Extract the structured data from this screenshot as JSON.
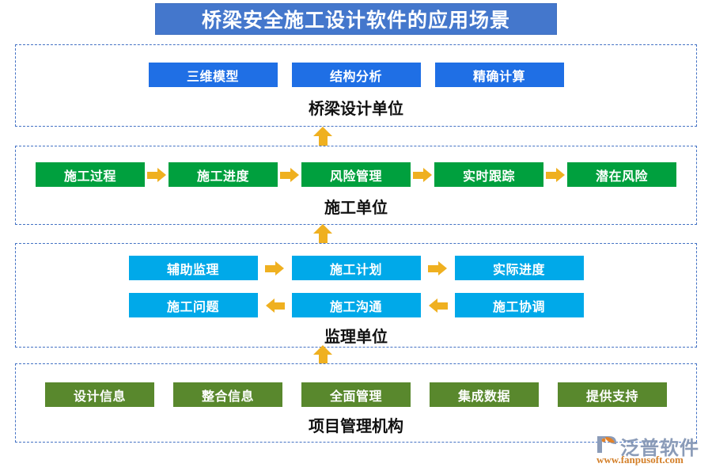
{
  "header": {
    "title": "桥梁安全施工设计软件的应用场景",
    "background_color": "#4477CC",
    "text_color": "#FFFFFF"
  },
  "palette": {
    "blue": "#1F6FE5",
    "green": "#00A03E",
    "cyan": "#00A9E9",
    "olive": "#59882D",
    "arrow": "#EFB020",
    "panel_border": "#4472C4"
  },
  "sections": [
    {
      "caption": "桥梁设计单位",
      "chip_color": "blue",
      "rows": [
        {
          "chips": [
            "三维模型",
            "结构分析",
            "精确计算"
          ],
          "arrows": []
        }
      ]
    },
    {
      "caption": "施工单位",
      "chip_color": "green",
      "rows": [
        {
          "chips": [
            "施工过程",
            "施工进度",
            "风险管理",
            "实时跟踪",
            "潜在风险"
          ],
          "arrows": [
            "right",
            "right",
            "right",
            "right"
          ]
        }
      ]
    },
    {
      "caption": "监理单位",
      "chip_color": "cyan",
      "rows": [
        {
          "chips": [
            "辅助监理",
            "施工计划",
            "实际进度"
          ],
          "arrows": [
            "right",
            "right"
          ]
        },
        {
          "chips": [
            "施工问题",
            "施工沟通",
            "施工协调"
          ],
          "arrows": [
            "left",
            "left"
          ]
        }
      ]
    },
    {
      "caption": "项目管理机构",
      "chip_color": "olive",
      "rows": [
        {
          "chips": [
            "设计信息",
            "整合信息",
            "全面管理",
            "集成数据",
            "提供支持"
          ],
          "arrows": []
        }
      ]
    }
  ],
  "connectors": [
    {
      "direction": "up"
    },
    {
      "direction": "up"
    },
    {
      "direction": "up"
    }
  ],
  "logo": {
    "brand": "泛普软件",
    "url": "www.fanpusoft.com",
    "brand_color": "#8A9BB8",
    "url_color": "#D4802A"
  }
}
